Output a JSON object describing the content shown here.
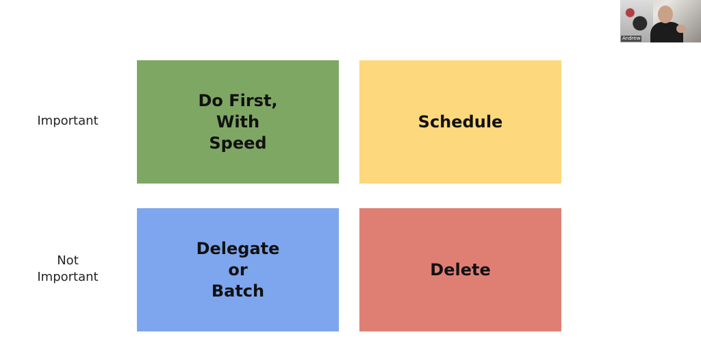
{
  "matrix": {
    "rows": [
      {
        "label": "Important"
      },
      {
        "label": "Not\nImportant"
      }
    ],
    "quadrants": [
      {
        "text": "Do First,\nWith\nSpeed",
        "color": "#7ea764"
      },
      {
        "text": "Schedule",
        "color": "#fdd87d"
      },
      {
        "text": "Delegate\nor\nBatch",
        "color": "#7da6ee"
      },
      {
        "text": "Delete",
        "color": "#df7f74"
      }
    ]
  },
  "video": {
    "name": "Andrew"
  }
}
